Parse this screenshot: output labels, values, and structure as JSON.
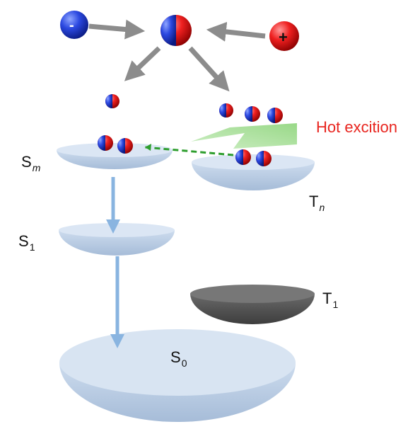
{
  "labels": {
    "sm": {
      "main": "S",
      "sub": "m"
    },
    "tn": {
      "main": "T",
      "sub": "n"
    },
    "s1": {
      "main": "S",
      "sub": "1"
    },
    "t1": {
      "main": "T",
      "sub": "1"
    },
    "s0": {
      "main": "S",
      "sub": "0"
    },
    "hot_excition": "Hot excition"
  },
  "charges": {
    "negative": "-",
    "positive": "+"
  },
  "colors": {
    "electron_blue": "#1f3fd0",
    "hole_red": "#e81f1f",
    "level_fill": "#b9cde6",
    "t1_fill": "#5b5b5b",
    "arrow_gray": "#8c8c8c",
    "transfer_arrow": "#89b4e0",
    "green_bolt": "#9fd98a",
    "hot_text": "#e8251f"
  }
}
